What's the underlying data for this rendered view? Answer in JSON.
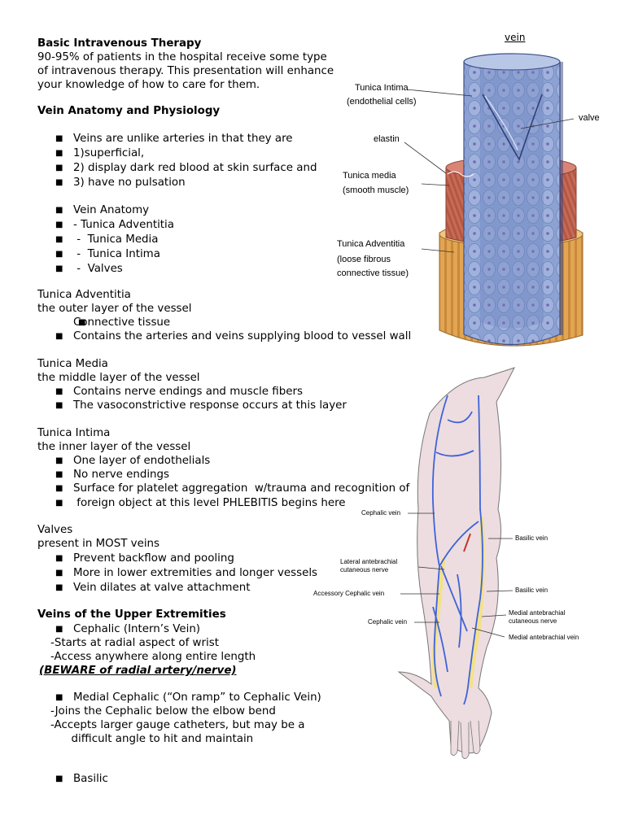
{
  "section1": {
    "title": "Basic Intravenous Therapy",
    "intro": [
      "90-95% of patients in the hospital receive some type",
      "of intravenous therapy. This presentation will enhance",
      "your knowledge of how to care for them."
    ]
  },
  "section2": {
    "title": "Vein Anatomy and Physiology",
    "bullets1": [
      "Veins are unlike arteries in that they are",
      "1)superficial,",
      " 2) display dark red blood at skin surface and",
      "3) have no pulsation"
    ],
    "bullets2": [
      "Vein Anatomy",
      "- Tunica Adventitia",
      " -  Tunica Media",
      " -  Tunica Intima",
      " -  Valves"
    ]
  },
  "adventitia": {
    "heading": "Tunica Adventitia",
    "desc": "the outer layer of the vessel",
    "bullets": [
      "Connective tissue",
      "Contains the arteries and veins supplying blood to vessel wall"
    ]
  },
  "media": {
    "heading": "Tunica Media",
    "desc": "the middle layer of the vessel",
    "bullets": [
      "Contains nerve endings and muscle fibers",
      "The vasoconstrictive response occurs at this layer"
    ]
  },
  "intima": {
    "heading": "Tunica Intima",
    "desc": "the inner layer of the vessel",
    "bullets": [
      "One layer of endothelials",
      "No nerve endings",
      "Surface for platelet aggregation  w/trauma and recognition of",
      " foreign object at this level PHLEBITIS begins here"
    ]
  },
  "valves": {
    "heading": "Valves",
    "desc": "present in MOST veins",
    "bullets": [
      "Prevent backflow and pooling",
      "More in lower extremities and longer vessels",
      "Vein dilates at valve attachment"
    ]
  },
  "upper": {
    "title": "Veins of the Upper Extremities",
    "cephalic_bullet": "Cephalic (Intern’s Vein)",
    "cephalic_lines": [
      "-Starts at radial aspect of wrist",
      "-Access anywhere along entire length"
    ],
    "beware": "(BEWARE of radial artery/nerve)",
    "medial_bullet": "Medial Cephalic (“On ramp” to Cephalic Vein)",
    "medial_lines": [
      "-Joins the Cephalic below the elbow bend",
      "-Accepts larger gauge catheters, but may be a",
      "      difficult angle to hit and maintain"
    ],
    "basilic_bullet": "Basilic"
  },
  "vein_figure": {
    "caption": "vein",
    "labels": {
      "intima1": "Tunica Intima",
      "intima2": "(endothelial cells)",
      "valve": "valve",
      "elastin": "elastin",
      "media1": "Tunica media",
      "media2": "(smooth muscle)",
      "adv1": "Tunica Adventitia",
      "adv2": "(loose fibrous",
      "adv3": "connective tissue)"
    }
  },
  "arm_figure": {
    "labels": {
      "cephalic_upper": "Cephalic vein",
      "basilic_upper": "Basilic vein",
      "lateral1": "Lateral antebrachial",
      "lateral2": "cutaneous nerve",
      "accessory": "Accessory Cephalic vein",
      "basilic_lower": "Basilic vein",
      "medial_ante1": "Medial antebrachial",
      "medial_ante2": "cutaneous nerve",
      "cephalic_lower": "Cephalic vein",
      "medial_ante_vein": "Medial antebrachial vein"
    }
  },
  "colors": {
    "vein_blue": "#7e95c9",
    "vein_dark": "#3c4f8a",
    "muscle": "#c96a56",
    "adventitia": "#e2a552",
    "skin": "#eddde0",
    "arm_vein": "#3f63d8",
    "nerve": "#f3e27a"
  }
}
